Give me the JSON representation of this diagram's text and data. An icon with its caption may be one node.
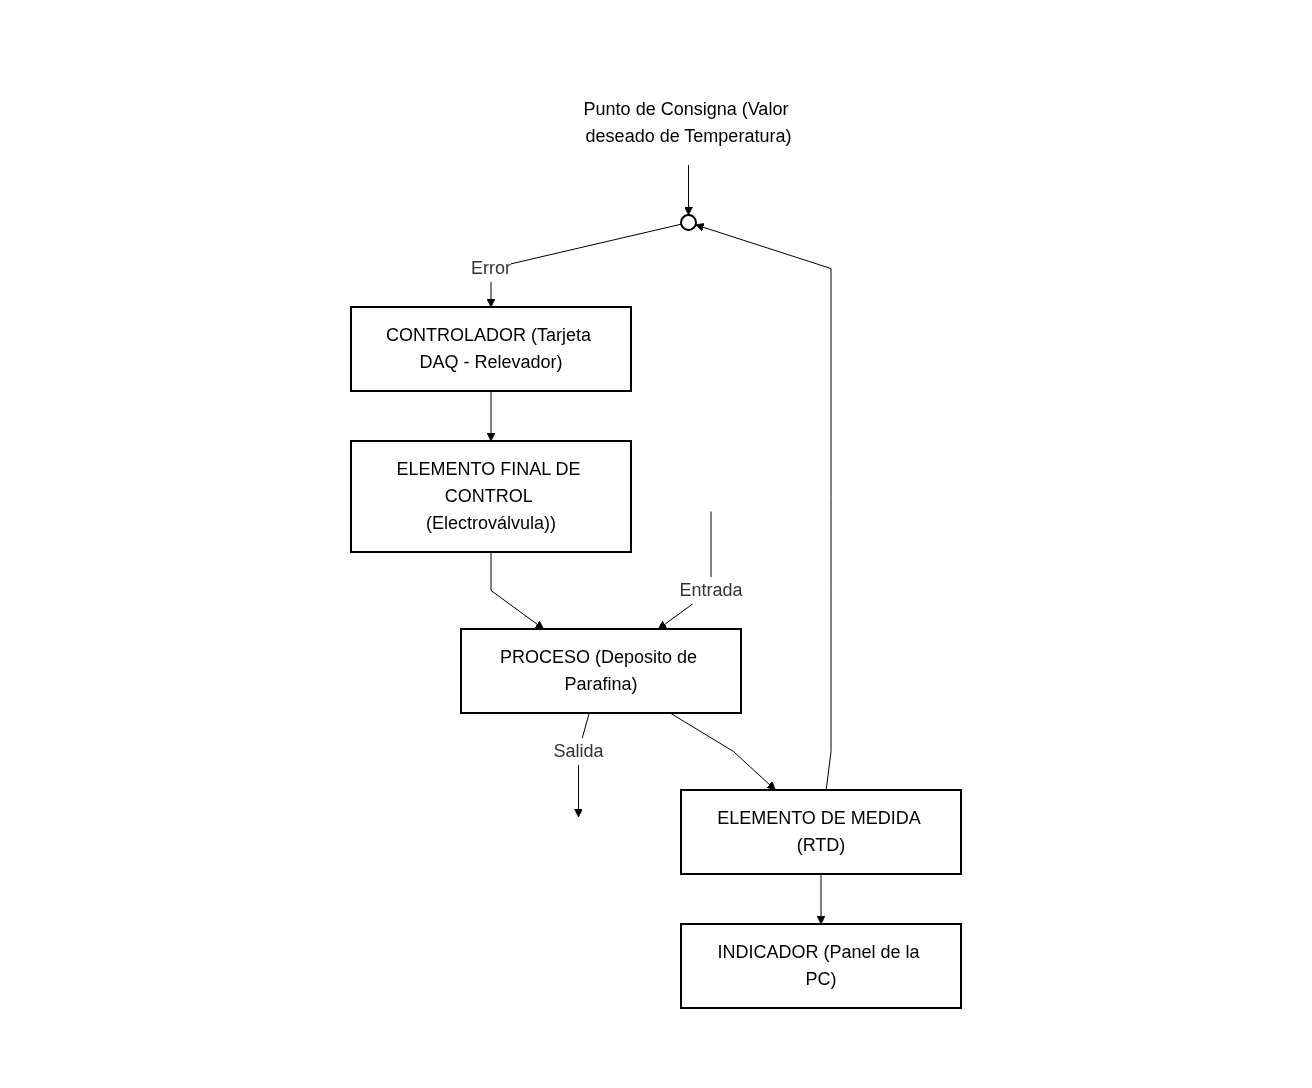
{
  "diagram": {
    "nodes": [
      {
        "text": [
          "INDICADOR (Panel de la PC)"
        ]
      },
      {
        "text": [
          "Punto de Consigna (Valor deseado de Temperatura)"
        ]
      },
      {
        "text": [
          "CONTROLADOR (Tarjeta DAQ - Relevador)"
        ]
      },
      {
        "text": [],
        "shape": "circle"
      },
      {
        "text": [
          "ELEMENTO FINAL DE CONTROL (Electroválvula))"
        ]
      },
      {
        "text": [
          "ELEMENTO DE MEDIDA (RTD)"
        ]
      },
      {
        "text": [
          "PROCESO (Deposito de Parafina)"
        ]
      }
    ],
    "edges": [
      {
        "from": 1,
        "to": 3,
        "arrow": "to"
      },
      {
        "from": 3,
        "to": 2,
        "label": "Error",
        "arrow": "to"
      },
      {
        "from": 2,
        "to": 4,
        "arrow": "to"
      },
      {
        "from": 4,
        "to": 6,
        "arrow": "to"
      },
      {
        "from": null,
        "to": 6,
        "label": "Entrada",
        "arrow": "to"
      },
      {
        "from": 6,
        "to": null,
        "label": "Salida",
        "arrow": "to"
      },
      {
        "from": 6,
        "to": 5,
        "arrow": "to"
      },
      {
        "from": 5,
        "to": 0,
        "arrow": "to"
      },
      {
        "from": 5,
        "to": 3,
        "arrow": "to"
      }
    ]
  }
}
